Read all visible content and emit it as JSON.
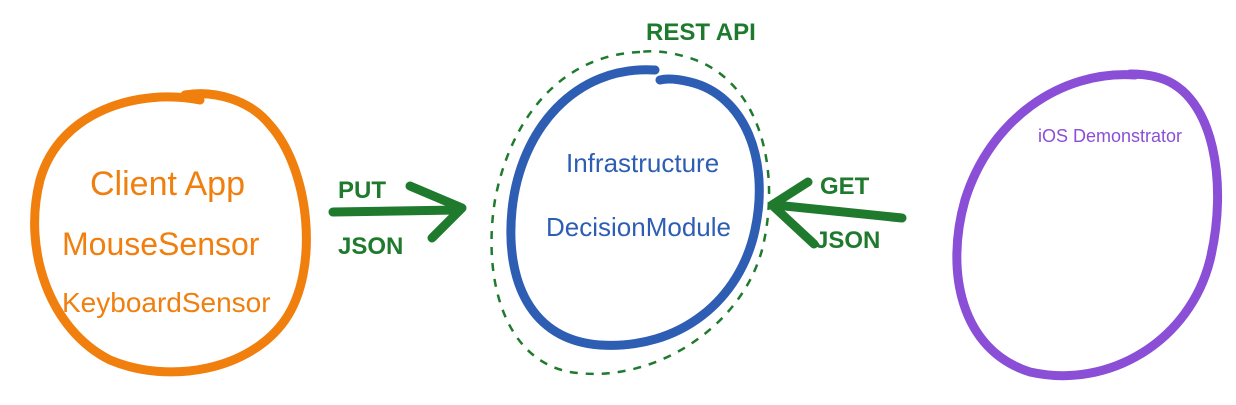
{
  "diagram": {
    "client": {
      "lines": [
        "Client App",
        "MouseSensor",
        "KeyboardSensor"
      ]
    },
    "infrastructure": {
      "lines": [
        "Infrastructure",
        "DecisionModule"
      ],
      "boundary_label": "REST API"
    },
    "ios": {
      "label": "iOS Demonstrator"
    },
    "left_connection": {
      "method": "PUT",
      "format": "JSON"
    },
    "right_connection": {
      "method": "GET",
      "format": "JSON"
    }
  },
  "colors": {
    "client": "#f07f0e",
    "infrastructure": "#2d5eb4",
    "api": "#1f7a2e",
    "ios": "#8a4fd6"
  }
}
